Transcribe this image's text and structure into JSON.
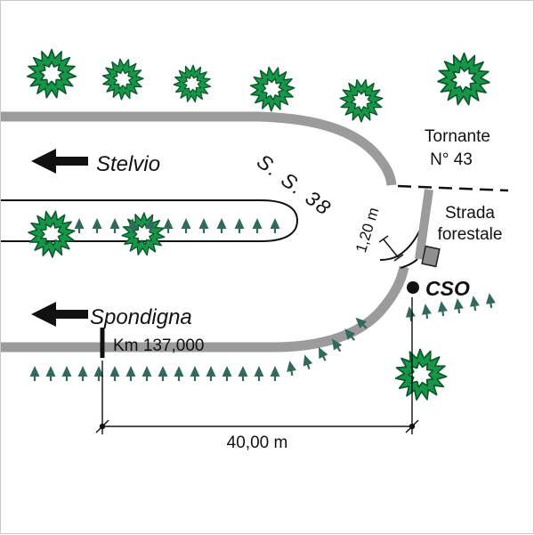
{
  "labels": {
    "stelvio": "Stelvio",
    "road_name": "S. S. 38",
    "tornante_line1": "Tornante",
    "tornante_line2": "N° 43",
    "strada_line1": "Strada",
    "strada_line2": "forestale",
    "cso": "CSO",
    "dim_width": "1,20 m",
    "spondigna": "Spondigna",
    "km_mark": "Km 137,000",
    "dim_length": "40,00 m"
  },
  "colors": {
    "road": "#9b9b9b",
    "bush_fill": "#17964a",
    "bush_stroke": "#0a5a2a",
    "tree": "#33695c",
    "line": "#111111"
  },
  "scene": {
    "bushes": [
      [
        57,
        82,
        1.05,
        0
      ],
      [
        137,
        88,
        0.88,
        40
      ],
      [
        215,
        93,
        0.8,
        75
      ],
      [
        305,
        99,
        0.95,
        15
      ],
      [
        405,
        112,
        0.92,
        60
      ],
      [
        520,
        88,
        1.12,
        25
      ],
      [
        57,
        262,
        1.0,
        10
      ],
      [
        160,
        262,
        0.92,
        50
      ],
      [
        472,
        420,
        1.1,
        70
      ]
    ],
    "trees": [
      [
        88,
        253,
        0
      ],
      [
        108,
        253,
        0
      ],
      [
        128,
        253,
        0
      ],
      [
        148,
        253,
        0
      ],
      [
        168,
        253,
        0
      ],
      [
        188,
        253,
        0
      ],
      [
        208,
        253,
        0
      ],
      [
        228,
        253,
        0
      ],
      [
        248,
        253,
        0
      ],
      [
        268,
        253,
        0
      ],
      [
        288,
        253,
        0
      ],
      [
        308,
        253,
        0
      ],
      [
        38,
        419,
        0
      ],
      [
        56,
        419,
        0
      ],
      [
        74,
        419,
        0
      ],
      [
        92,
        419,
        0
      ],
      [
        110,
        419,
        0
      ],
      [
        128,
        419,
        0
      ],
      [
        146,
        419,
        0
      ],
      [
        164,
        419,
        0
      ],
      [
        182,
        419,
        0
      ],
      [
        200,
        419,
        0
      ],
      [
        218,
        419,
        0
      ],
      [
        236,
        419,
        0
      ],
      [
        254,
        419,
        0
      ],
      [
        272,
        419,
        0
      ],
      [
        290,
        419,
        0
      ],
      [
        308,
        419,
        0
      ],
      [
        326,
        413,
        -10
      ],
      [
        344,
        406,
        -18
      ],
      [
        361,
        397,
        -26
      ],
      [
        377,
        387,
        -33
      ],
      [
        392,
        375,
        -40
      ],
      [
        405,
        362,
        -46
      ],
      [
        460,
        352,
        -8
      ],
      [
        478,
        349,
        -8
      ],
      [
        496,
        346,
        -8
      ],
      [
        514,
        343,
        -8
      ],
      [
        532,
        340,
        -8
      ],
      [
        550,
        337,
        -8
      ]
    ]
  }
}
